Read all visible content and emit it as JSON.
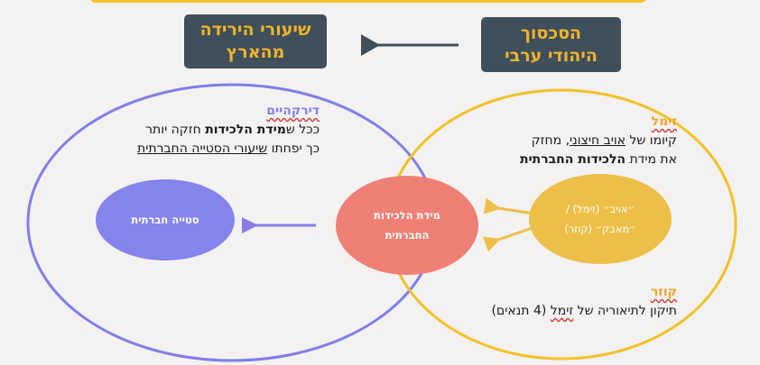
{
  "top_boxes": {
    "left_line1": "שיעורי הירידה",
    "left_line2": "מהארץ",
    "right_line1": "הסכסוך",
    "right_line2": "היהודי ערבי"
  },
  "left_section": {
    "heading": "דירקהיים",
    "line1_pre": "ככל ש",
    "line1_bold": "מידת הלכידות",
    "line1_post": " חזקה יותר",
    "line2_pre": "כך יפחתו ",
    "line2_underlined": "שיעורי הסטייה החברתית"
  },
  "right_section": {
    "heading": "זימל",
    "line1_pre": "קיומו של ",
    "line1_underlined": "אויב חיצוני",
    "line1_post": ", מחזק",
    "line2_pre": "את מידת ",
    "line2_bold": "הלכידות החברתית"
  },
  "bottom_section": {
    "heading": "קוזר",
    "line_pre": "תיקון לתיאוריה של ",
    "line_squiggle": "זימל",
    "line_post": " (4 תנאים)"
  },
  "circles": {
    "deviance": "סטייה חברתית",
    "cohesion_line1": "מידת הלכידות",
    "cohesion_line2": "החברתית",
    "enemy_line1": "״אויב״ (זימל) /",
    "enemy_line2": "״מאבק״ (קוזר)"
  },
  "colors": {
    "box_bg": "#3f4f5b",
    "box_text": "#f0b429",
    "purple": "#7f7fe8",
    "yellow": "#f3c12a",
    "salmon": "#ee8075",
    "gold": "#ecc048"
  }
}
